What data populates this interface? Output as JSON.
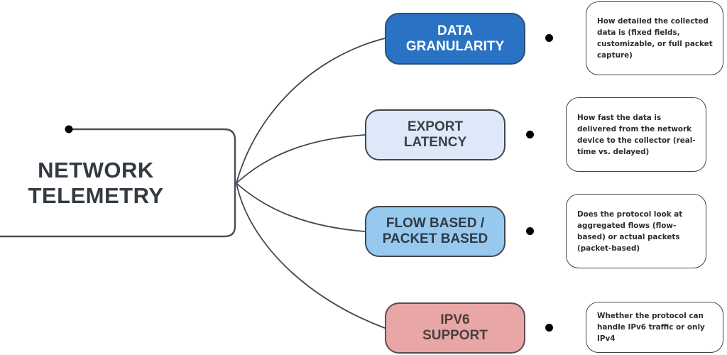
{
  "root": {
    "label_line1": "NETWORK",
    "label_line2": "TELEMETRY"
  },
  "branches": [
    {
      "label_line1": "DATA",
      "label_line2": "GRANULARITY",
      "fill": "#2a72c4",
      "text_color": "#ffffff",
      "description": "How detailed the collected data is (fixed fields, customizable, or full packet capture)"
    },
    {
      "label_line1": "EXPORT",
      "label_line2": "LATENCY",
      "fill": "#dde9f8",
      "text_color": "#3a3f46",
      "description": "How fast the data is delivered from the network device to the collector (real-time vs. delayed)"
    },
    {
      "label_line1": "FLOW BASED /",
      "label_line2": "PACKET BASED",
      "fill": "#97c9ef",
      "text_color": "#2f3a46",
      "description": "Does the protocol look at aggregated flows (flow-based) or actual packets (packet-based)"
    },
    {
      "label_line1": "IPV6",
      "label_line2": "SUPPORT",
      "fill": "#e8a6a6",
      "text_color": "#4a3e40",
      "description": "Whether the protocol can handle IPv6 traffic or only IPv4"
    }
  ],
  "colors": {
    "line": "#4a4f56",
    "dot": "#000000",
    "root_text": "#343a42"
  }
}
